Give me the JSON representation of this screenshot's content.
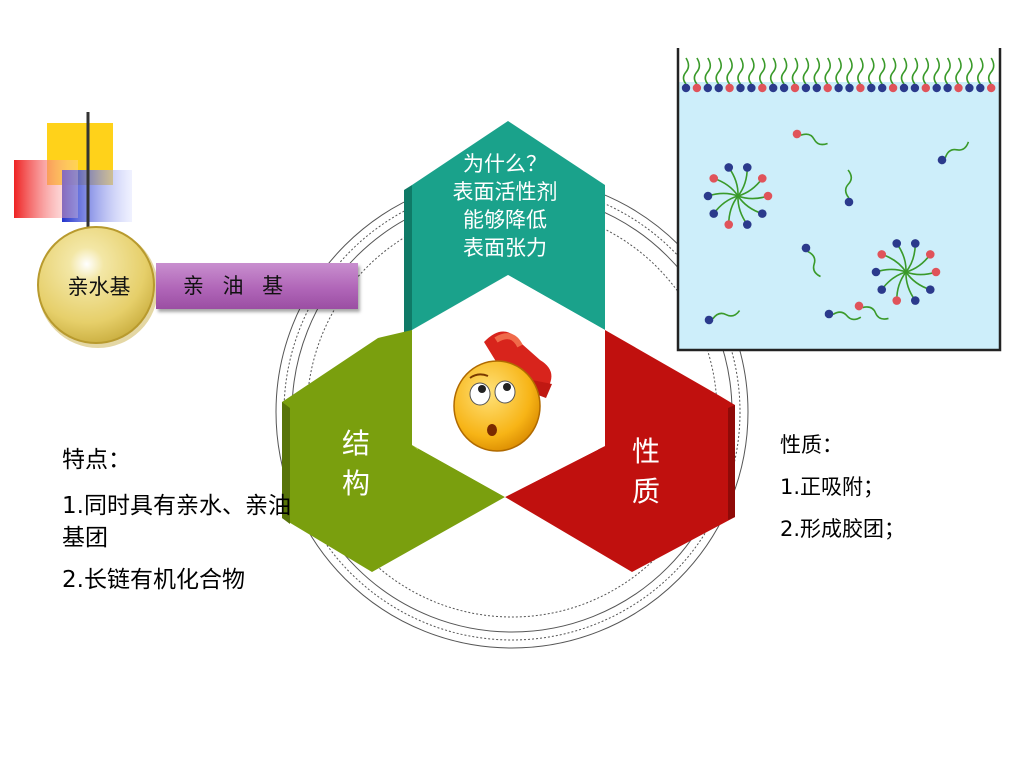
{
  "surfactant": {
    "hydrophilic_label": "亲水基",
    "lipophilic_label": "亲 油 基"
  },
  "center": {
    "question_lines": [
      "为什么？",
      "表面活性剂",
      "能够降低",
      "表面张力"
    ],
    "structure_label_lines": [
      "结",
      "构"
    ],
    "property_label_lines": [
      "性",
      "质"
    ],
    "emoji_icon": "thinking-face-icon"
  },
  "left_notes": {
    "heading": "特点：",
    "items": [
      "1.同时具有亲水、亲油基团",
      "2.长链有机化合物"
    ]
  },
  "right_notes": {
    "heading": "性质：",
    "items": [
      "1.正吸附；",
      "2.形成胶团；"
    ]
  },
  "colors": {
    "teal": "#1aa28b",
    "green": "#7a9f0e",
    "red": "#c0100e",
    "water": "#cdeefa",
    "head_blue": "#2b3a8c",
    "head_red": "#e0535a",
    "tail_green": "#3a9a2a",
    "lipophilic_bar": "#b066b8",
    "hydrophilic_ball": "#e6cf6a"
  }
}
